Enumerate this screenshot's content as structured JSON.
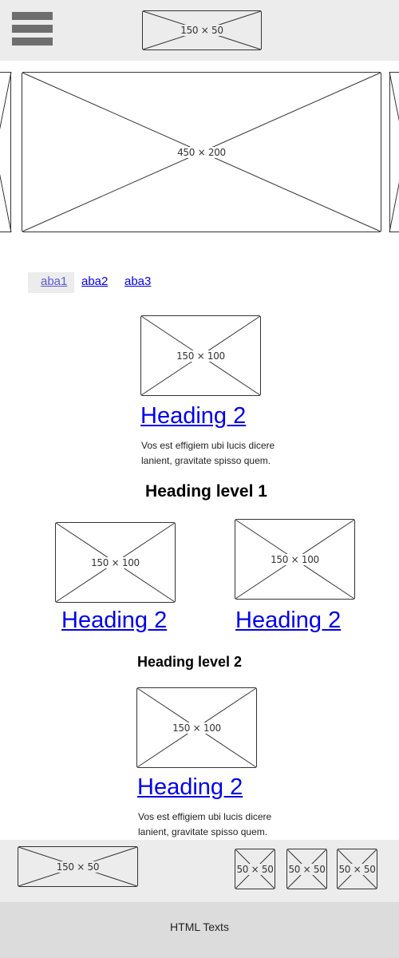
{
  "header": {
    "logo_label": "150 × 50",
    "bg_color": "#ececec",
    "menu_icon": "hamburger-menu-icon"
  },
  "carousel": {
    "main_label": "450 × 200",
    "prev_label": "",
    "next_label": ""
  },
  "tabs": [
    {
      "label": "aba1"
    },
    {
      "label": "aba2"
    },
    {
      "label": "aba3"
    }
  ],
  "section1": {
    "image_label": "150 × 100",
    "heading": "Heading 2",
    "paragraph": "Vos est effigiem ubi lucis dicere lanient, gravitate spisso quem."
  },
  "heading_level_1": "Heading level 1",
  "grid": [
    {
      "image_label": "150 × 100",
      "heading": "Heading 2"
    },
    {
      "image_label": "150 × 100",
      "heading": "Heading 2"
    }
  ],
  "heading_level_2": "Heading level 2",
  "section2": {
    "image_label": "150 × 100",
    "heading": "Heading 2",
    "paragraph": "Vos est effigiem ubi lucis dicere lanient, gravitate spisso quem."
  },
  "footer": {
    "logo_label": "150 × 50",
    "social": [
      {
        "label": "50 × 50"
      },
      {
        "label": "50 × 50"
      },
      {
        "label": "50 × 50"
      }
    ],
    "bottom_text": "HTML Texts"
  }
}
